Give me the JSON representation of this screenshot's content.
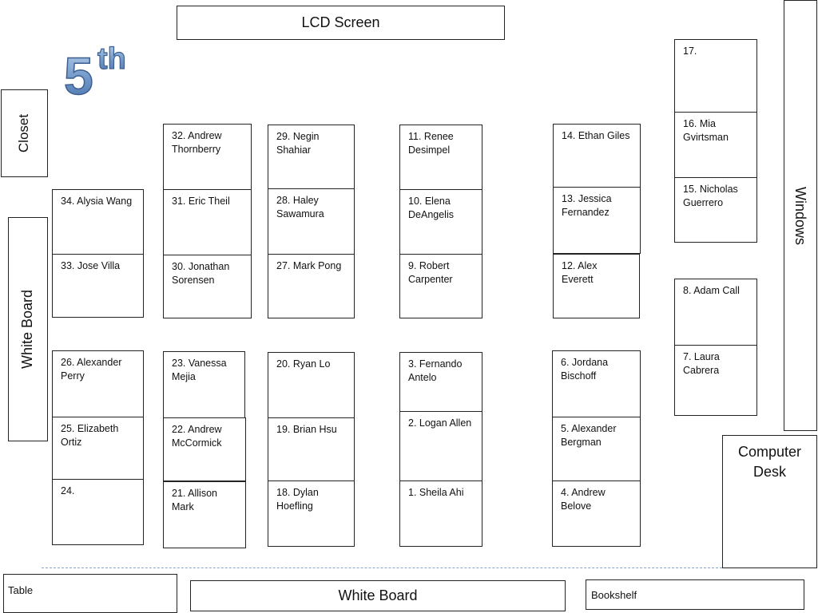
{
  "fixtures": {
    "lcd_screen": "LCD Screen",
    "closet": "Closet",
    "white_board_left": "White Board",
    "white_board_bottom": "White Board",
    "windows": "Windows",
    "computer_desk": "Computer Desk",
    "table": "Table",
    "bookshelf": "Bookshelf"
  },
  "grade": {
    "number": "5",
    "suffix": "th"
  },
  "seats": {
    "s1": "1. Sheila Ahi",
    "s2": "2. Logan Allen",
    "s3": "3. Fernando Antelo",
    "s4": "4. Andrew Belove",
    "s5": "5. Alexander Bergman",
    "s6": "6. Jordana Bischoff",
    "s7": "7. Laura Cabrera",
    "s8": "8. Adam Call",
    "s9": "9. Robert Carpenter",
    "s10": "10. Elena DeAngelis",
    "s11": "11. Renee Desimpel",
    "s12": "12. Alex Everett",
    "s13": "13. Jessica Fernandez",
    "s14": "14. Ethan Giles",
    "s15": "15. Nicholas Guerrero",
    "s16": "16. Mia Gvirtsman",
    "s17": "17.",
    "s18": "18. Dylan Hoefling",
    "s19": "19. Brian Hsu",
    "s20": "20. Ryan Lo",
    "s21": "21. Allison Mark",
    "s22": "22. Andrew McCormick",
    "s23": "23. Vanessa Mejia",
    "s24": "24.",
    "s25": "25. Elizabeth Ortiz",
    "s26": "26. Alexander Perry",
    "s27": "27. Mark Pong",
    "s28": "28. Haley Sawamura",
    "s29": "29. Negin Shahiar",
    "s30": "30. Jonathan Sorensen",
    "s31": "31. Eric Theil",
    "s32": "32. Andrew Thornberry",
    "s33": "33. Jose Villa",
    "s34": "34. Alysia Wang"
  }
}
